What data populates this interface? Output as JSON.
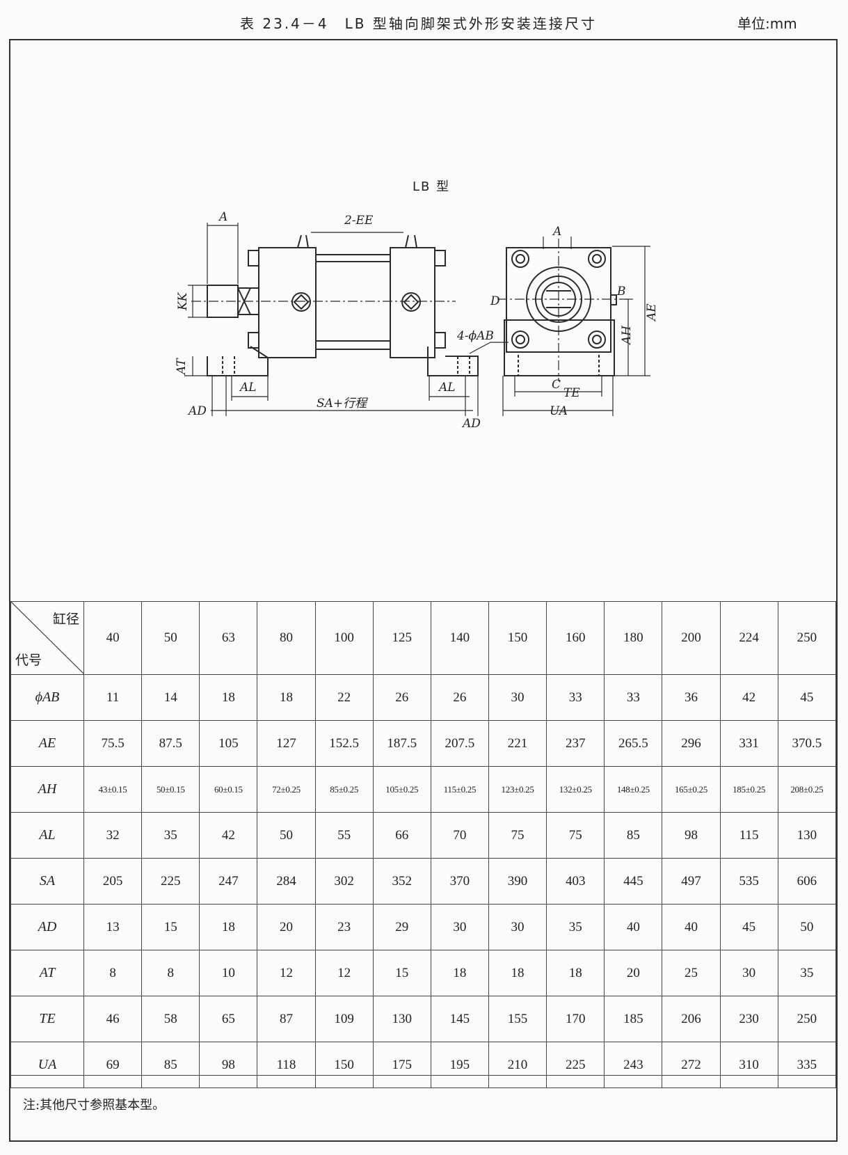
{
  "header": {
    "title": "表 23.4－4　LB 型轴向脚架式外形安装连接尺寸",
    "unit": "单位:mm"
  },
  "figure": {
    "title": "LB 型",
    "labels": {
      "A": "A",
      "ee": "2-EE",
      "kk": "KK",
      "at": "AT",
      "al": "AL",
      "ad": "AD",
      "sa": "SA+行程",
      "ab": "4-ϕAB",
      "d": "D",
      "b": "B",
      "ae": "AE",
      "ah": "AH",
      "c": "C",
      "te": "TE",
      "ua": "UA"
    }
  },
  "table": {
    "corner_top": "缸径",
    "corner_bottom": "代号",
    "bores": [
      "40",
      "50",
      "63",
      "80",
      "100",
      "125",
      "140",
      "150",
      "160",
      "180",
      "200",
      "224",
      "250"
    ],
    "rows": [
      {
        "code": "ϕAB",
        "values": [
          "11",
          "14",
          "18",
          "18",
          "22",
          "26",
          "26",
          "30",
          "33",
          "33",
          "36",
          "42",
          "45"
        ]
      },
      {
        "code": "AE",
        "values": [
          "75.5",
          "87.5",
          "105",
          "127",
          "152.5",
          "187.5",
          "207.5",
          "221",
          "237",
          "265.5",
          "296",
          "331",
          "370.5"
        ]
      },
      {
        "code": "AH",
        "values": [
          "43±0.15",
          "50±0.15",
          "60±0.15",
          "72±0.25",
          "85±0.25",
          "105±0.25",
          "115±0.25",
          "123±0.25",
          "132±0.25",
          "148±0.25",
          "165±0.25",
          "185±0.25",
          "208±0.25"
        ]
      },
      {
        "code": "AL",
        "values": [
          "32",
          "35",
          "42",
          "50",
          "55",
          "66",
          "70",
          "75",
          "75",
          "85",
          "98",
          "115",
          "130"
        ]
      },
      {
        "code": "SA",
        "values": [
          "205",
          "225",
          "247",
          "284",
          "302",
          "352",
          "370",
          "390",
          "403",
          "445",
          "497",
          "535",
          "606"
        ]
      },
      {
        "code": "AD",
        "values": [
          "13",
          "15",
          "18",
          "20",
          "23",
          "29",
          "30",
          "30",
          "35",
          "40",
          "40",
          "45",
          "50"
        ]
      },
      {
        "code": "AT",
        "values": [
          "8",
          "8",
          "10",
          "12",
          "12",
          "15",
          "18",
          "18",
          "18",
          "20",
          "25",
          "30",
          "35"
        ]
      },
      {
        "code": "TE",
        "values": [
          "46",
          "58",
          "65",
          "87",
          "109",
          "130",
          "145",
          "155",
          "170",
          "185",
          "206",
          "230",
          "250"
        ]
      },
      {
        "code": "UA",
        "values": [
          "69",
          "85",
          "98",
          "118",
          "150",
          "175",
          "195",
          "210",
          "225",
          "243",
          "272",
          "310",
          "335"
        ]
      }
    ]
  },
  "note": "注:其他尺寸参照基本型。"
}
